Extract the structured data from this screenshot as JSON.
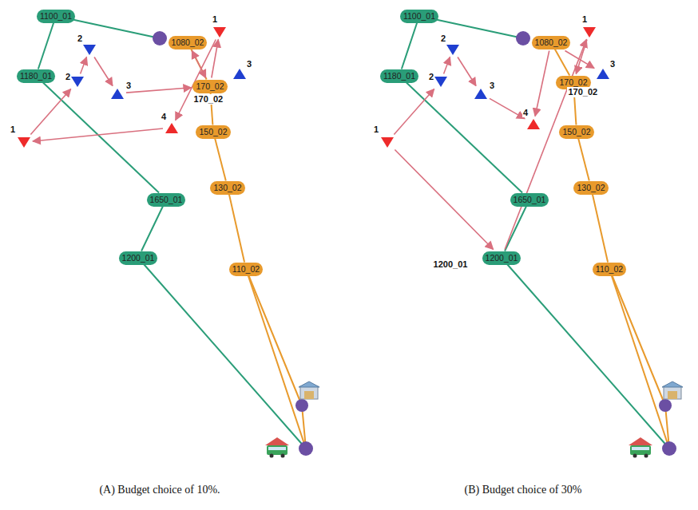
{
  "diagram": {
    "nodes": [
      {
        "text": [
          "1100_01"
        ]
      },
      {
        "text": [
          "1180_01"
        ]
      },
      {
        "text": [
          "1650_01"
        ]
      },
      {
        "text": [
          "1200_01"
        ]
      },
      {
        "text": [
          "1080_02"
        ]
      },
      {
        "text": [
          "170_02",
          "170_02"
        ]
      },
      {
        "text": [
          "150_02"
        ]
      },
      {
        "text": [
          "130_02"
        ]
      },
      {
        "text": [
          "110_02"
        ]
      },
      {
        "text": [
          "1"
        ]
      },
      {
        "text": [
          "2"
        ]
      },
      {
        "text": [
          "2"
        ]
      },
      {
        "text": [
          "3"
        ]
      },
      {
        "text": [
          "3"
        ]
      },
      {
        "text": [
          "4"
        ]
      },
      {
        "text": [
          "1"
        ]
      },
      {
        "text": [
          "1100_01"
        ]
      },
      {
        "text": [
          "1180_01"
        ]
      },
      {
        "text": [
          "1650_01"
        ]
      },
      {
        "text": [
          "1200_01",
          "1200_01"
        ]
      },
      {
        "text": [
          "1080_02"
        ]
      },
      {
        "text": [
          "170_02",
          "170_02"
        ]
      },
      {
        "text": [
          "150_02"
        ]
      },
      {
        "text": [
          "130_02"
        ]
      },
      {
        "text": [
          "110_02"
        ]
      },
      {
        "text": [
          "1"
        ]
      },
      {
        "text": [
          "2"
        ]
      },
      {
        "text": [
          "2"
        ]
      },
      {
        "text": [
          "3"
        ]
      },
      {
        "text": [
          "3"
        ]
      },
      {
        "text": [
          "4"
        ]
      },
      {
        "text": [
          "1"
        ]
      }
    ],
    "edges": [
      {
        "from": 0,
        "to": 1,
        "arrow": "none"
      },
      {
        "from": 1,
        "to": 2,
        "arrow": "none"
      },
      {
        "from": 2,
        "to": 3,
        "arrow": "none"
      },
      {
        "from": 4,
        "to": 5,
        "arrow": "none"
      },
      {
        "from": 5,
        "to": 6,
        "arrow": "none"
      },
      {
        "from": 6,
        "to": 7,
        "arrow": "none"
      },
      {
        "from": 7,
        "to": 8,
        "arrow": "none"
      },
      {
        "from": 15,
        "to": 11,
        "arrow": "to"
      },
      {
        "from": 11,
        "to": 10,
        "arrow": "to"
      },
      {
        "from": 10,
        "to": 12,
        "arrow": "to"
      },
      {
        "from": 12,
        "to": 5,
        "arrow": "to"
      },
      {
        "from": 5,
        "to": 4,
        "arrow": "both"
      },
      {
        "from": 5,
        "to": 9,
        "arrow": "to"
      },
      {
        "from": 9,
        "to": 14,
        "arrow": "to"
      },
      {
        "from": 14,
        "to": 15,
        "arrow": "to"
      },
      {
        "from": 16,
        "to": 17,
        "arrow": "none"
      },
      {
        "from": 17,
        "to": 18,
        "arrow": "none"
      },
      {
        "from": 18,
        "to": 19,
        "arrow": "none"
      },
      {
        "from": 20,
        "to": 21,
        "arrow": "none"
      },
      {
        "from": 21,
        "to": 22,
        "arrow": "none"
      },
      {
        "from": 22,
        "to": 23,
        "arrow": "none"
      },
      {
        "from": 23,
        "to": 24,
        "arrow": "none"
      },
      {
        "from": 31,
        "to": 27,
        "arrow": "to"
      },
      {
        "from": 27,
        "to": 26,
        "arrow": "to"
      },
      {
        "from": 26,
        "to": 28,
        "arrow": "to"
      },
      {
        "from": 28,
        "to": 30,
        "arrow": "to"
      },
      {
        "from": 20,
        "to": 30,
        "arrow": "to"
      },
      {
        "from": 20,
        "to": 29,
        "arrow": "to"
      },
      {
        "from": 25,
        "to": 21,
        "arrow": "to"
      },
      {
        "from": 19,
        "to": 25,
        "arrow": "to"
      },
      {
        "from": 31,
        "to": 19,
        "arrow": "to"
      }
    ],
    "labels": [
      "(A) Budget choice of 10%.",
      "(B) Budget choice of 30%"
    ]
  }
}
